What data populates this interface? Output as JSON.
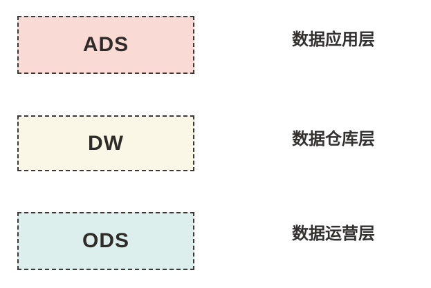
{
  "diagram": {
    "layers": [
      {
        "code": "ADS",
        "label": "数据应用层",
        "fill": "#f9dad5"
      },
      {
        "code": "DW",
        "label": "数据仓库层",
        "fill": "#faf7e7"
      },
      {
        "code": "ODS",
        "label": "数据运营层",
        "fill": "#dcefed"
      }
    ],
    "colors": {
      "border": "#3c3835",
      "box_text": "#2f2b28",
      "label_text": "#333030",
      "background": "#ffffff"
    }
  }
}
